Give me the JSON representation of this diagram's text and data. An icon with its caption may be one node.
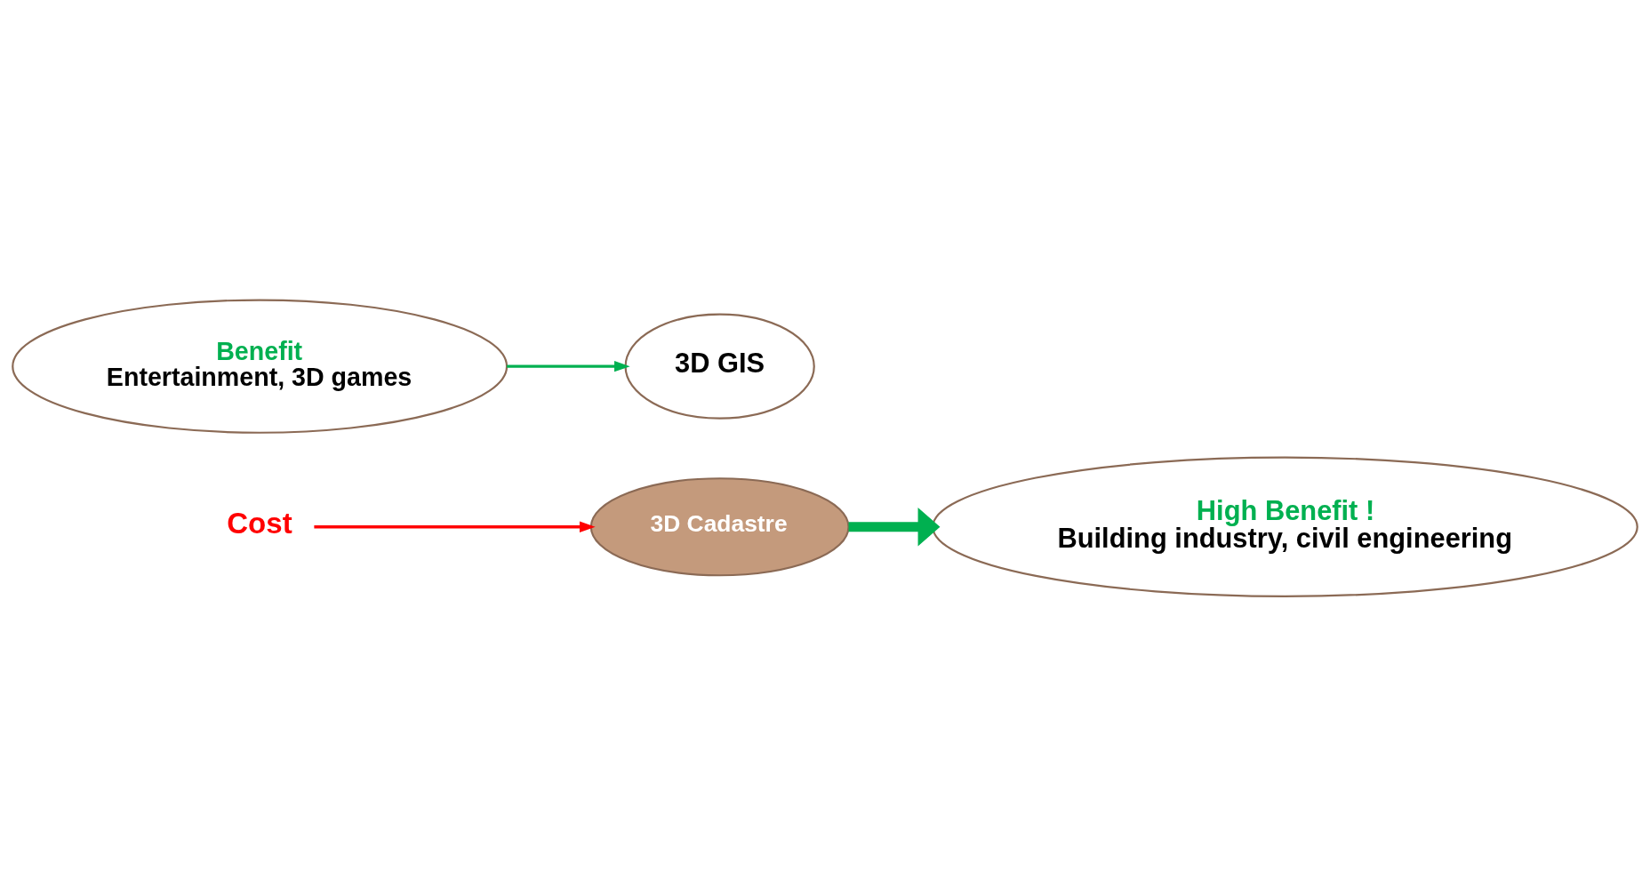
{
  "diagram": {
    "nodes": [
      {
        "text": [
          "Cost"
        ]
      },
      {
        "text": [
          "3D GIS"
        ]
      },
      {
        "text": [
          "3D Cadastre"
        ]
      },
      {
        "text": [
          "Benefit",
          "Entertainment, 3D games"
        ]
      },
      {
        "text": [
          "High Benefit !",
          "Building industry, civil engineering"
        ]
      }
    ],
    "edges": [
      {
        "from": 0,
        "to": 2,
        "arrow": "to",
        "color": "#ff0000"
      },
      {
        "from": 3,
        "to": 1,
        "arrow": "to"
      },
      {
        "from": 2,
        "to": 4,
        "arrow": "to",
        "style": "thick"
      }
    ]
  }
}
